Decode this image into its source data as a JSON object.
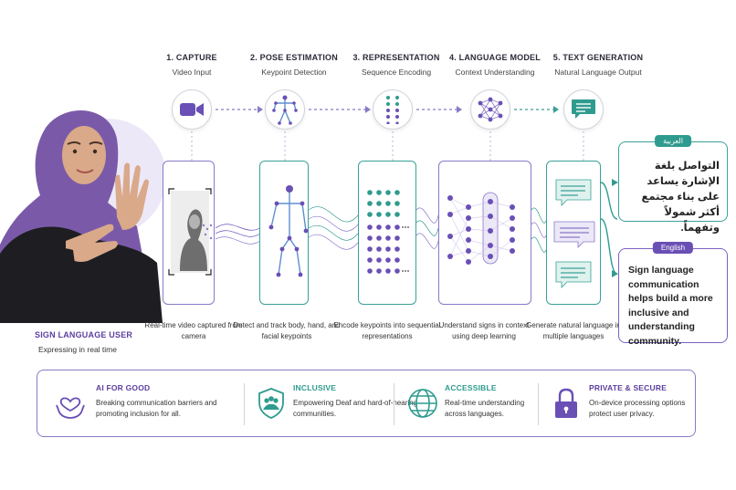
{
  "stages": [
    {
      "num": "1. CAPTURE",
      "sub": "Video Input",
      "desc": "Real-time video captured from camera",
      "icon": "video-camera-icon"
    },
    {
      "num": "2. POSE ESTIMATION",
      "sub": "Keypoint Detection",
      "desc": "Detect and track body, hand, and facial keypoints",
      "icon": "skeleton-icon"
    },
    {
      "num": "3. REPRESENTATION",
      "sub": "Sequence Encoding",
      "desc": "Encode keypoints into sequential representations",
      "icon": "sequence-dots-icon"
    },
    {
      "num": "4. LANGUAGE MODEL",
      "sub": "Context Understanding",
      "desc": "Understand signs in context using deep learning",
      "icon": "neural-network-icon"
    },
    {
      "num": "5. TEXT GENERATION",
      "sub": "Natural Language Output",
      "desc": "Generate natural language in multiple languages",
      "icon": "chat-bubble-icon"
    }
  ],
  "user": {
    "title": "SIGN LANGUAGE USER",
    "sub": "Expressing in real time"
  },
  "outputs": {
    "arabic": {
      "label": "العربية",
      "text": "التواصل بلغة الإشارة يساعد على بناء مجتمع أكثر شمولاً وتفهماً."
    },
    "english": {
      "label": "English",
      "text": "Sign language communication helps build a more inclusive and understanding community."
    }
  },
  "features": [
    {
      "title": "AI FOR GOOD",
      "desc": "Breaking communication barriers and promoting inclusion for all.",
      "icon": "heart-hands-icon"
    },
    {
      "title": "INCLUSIVE",
      "desc": "Empowering Deaf and hard-of-hearing communities.",
      "icon": "shield-people-icon"
    },
    {
      "title": "ACCESSIBLE",
      "desc": "Real-time understanding across languages.",
      "icon": "globe-icon"
    },
    {
      "title": "PRIVATE & SECURE",
      "desc": "On-device processing options protect user privacy.",
      "icon": "lock-icon"
    }
  ],
  "colors": {
    "purple": "#6a4fb5",
    "teal": "#2f9b8f",
    "light_purple": "#8a79c7"
  }
}
